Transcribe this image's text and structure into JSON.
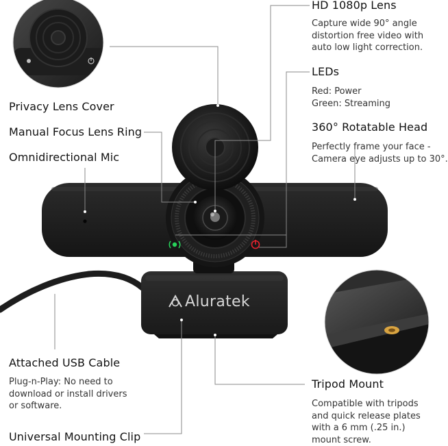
{
  "callouts": {
    "hd_lens": {
      "title": "HD 1080p Lens",
      "lines": [
        "Capture wide 90° angle",
        "distortion free video with",
        "auto low light correction."
      ]
    },
    "leds": {
      "title": "LEDs",
      "lines": [
        "Red: Power",
        "Green: Streaming"
      ]
    },
    "rotatable_head": {
      "title": "360° Rotatable Head",
      "lines": [
        "Perfectly frame your face -",
        "Camera eye adjusts up to 30°."
      ]
    },
    "privacy_cover": {
      "title": "Privacy Lens Cover"
    },
    "focus_ring": {
      "title": "Manual Focus Lens Ring"
    },
    "mic": {
      "title": "Omnidirectional Mic"
    },
    "usb_cable": {
      "title": "Attached USB Cable",
      "lines": [
        "Plug-n-Play: No need to",
        "download or install drivers",
        "or software."
      ]
    },
    "tripod": {
      "title": "Tripod Mount",
      "lines": [
        "Compatible with tripods",
        "and quick release plates",
        "with a 6 mm (.25 in.)",
        "mount screw."
      ]
    },
    "mounting_clip": {
      "title": "Universal Mounting Clip"
    }
  },
  "brand": {
    "logo_text": "Aluratek"
  },
  "colors": {
    "body": "#1c1c1c",
    "led_green": "#27d35a",
    "led_red": "#e8222e",
    "leader": "#8a8a8a",
    "tripod_insert": "#d9a441"
  }
}
